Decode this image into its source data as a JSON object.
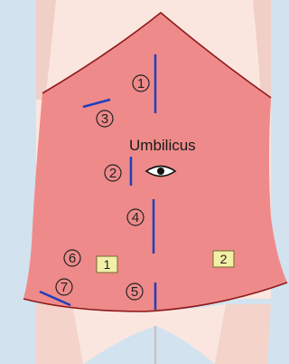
{
  "colors": {
    "background": "#d3e2ef",
    "skin_light": "#fbe6df",
    "skin_shaded": "#f3d3ca",
    "abdomen_fill": "#ef8a8a",
    "outline_dark_red": "#8e1a1a",
    "incision_blue": "#1d3fbf",
    "square_fill": "#f2f0a6"
  },
  "labels": {
    "umbilicus": "Umbilicus"
  },
  "incisions": [
    {
      "number": "1",
      "type": "upper-midline"
    },
    {
      "number": "2",
      "type": "periumbilical"
    },
    {
      "number": "3",
      "type": "right-subcostal"
    },
    {
      "number": "4",
      "type": "lower-midline"
    },
    {
      "number": "5",
      "type": "suprapubic-midline"
    },
    {
      "number": "6",
      "type": "right-lower-quadrant"
    },
    {
      "number": "7",
      "type": "right-groin-oblique"
    }
  ],
  "regions": [
    {
      "number": "1",
      "side": "right"
    },
    {
      "number": "2",
      "side": "left"
    }
  ],
  "icons": {
    "umbilicus": "eye-icon"
  }
}
